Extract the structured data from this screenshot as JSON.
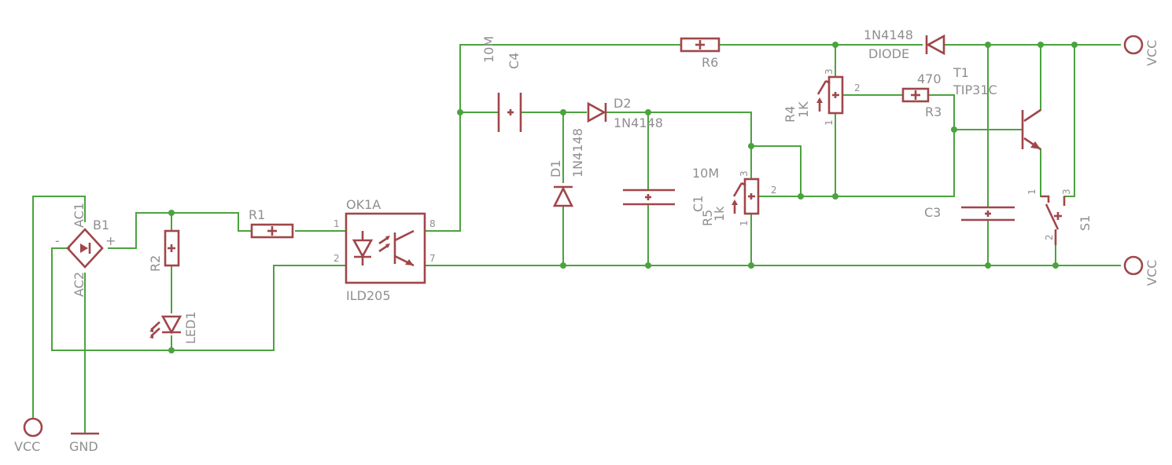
{
  "diagram": {
    "type": "schematic",
    "components": {
      "b1": {
        "name": "B1",
        "ac1": "AC1",
        "ac2": "AC2",
        "plus": "+",
        "minus": "-"
      },
      "r1": {
        "name": "R1"
      },
      "r2": {
        "name": "R2"
      },
      "led1": {
        "name": "LED1"
      },
      "ok1a": {
        "name": "OK1A",
        "value": "ILD205",
        "pins": [
          "1",
          "2",
          "8",
          "7"
        ]
      },
      "c4": {
        "name": "C4",
        "value": "10M"
      },
      "d1": {
        "name": "D1",
        "value": "1N4148"
      },
      "d2": {
        "name": "D2",
        "value": "1N4148"
      },
      "c1": {
        "name": "C1",
        "value": "10M"
      },
      "r5": {
        "name": "R5",
        "value": "1k",
        "pins": [
          "3",
          "2",
          "1"
        ]
      },
      "r6": {
        "name": "R6"
      },
      "r4": {
        "name": "R4",
        "value": "1K",
        "pins": [
          "3",
          "2",
          "1"
        ]
      },
      "r3": {
        "name": "R3",
        "value": "470"
      },
      "diode": {
        "name": "1N4148",
        "value": "DIODE"
      },
      "t1": {
        "name": "T1",
        "value": "TIP31C"
      },
      "c3": {
        "name": "C3"
      },
      "s1": {
        "name": "S1",
        "pins": [
          "1",
          "3",
          "2"
        ]
      }
    },
    "supplies": {
      "vcc_bottom": "VCC",
      "gnd": "GND",
      "vcc_top": "VCC",
      "vcc_right": "VCC"
    }
  }
}
